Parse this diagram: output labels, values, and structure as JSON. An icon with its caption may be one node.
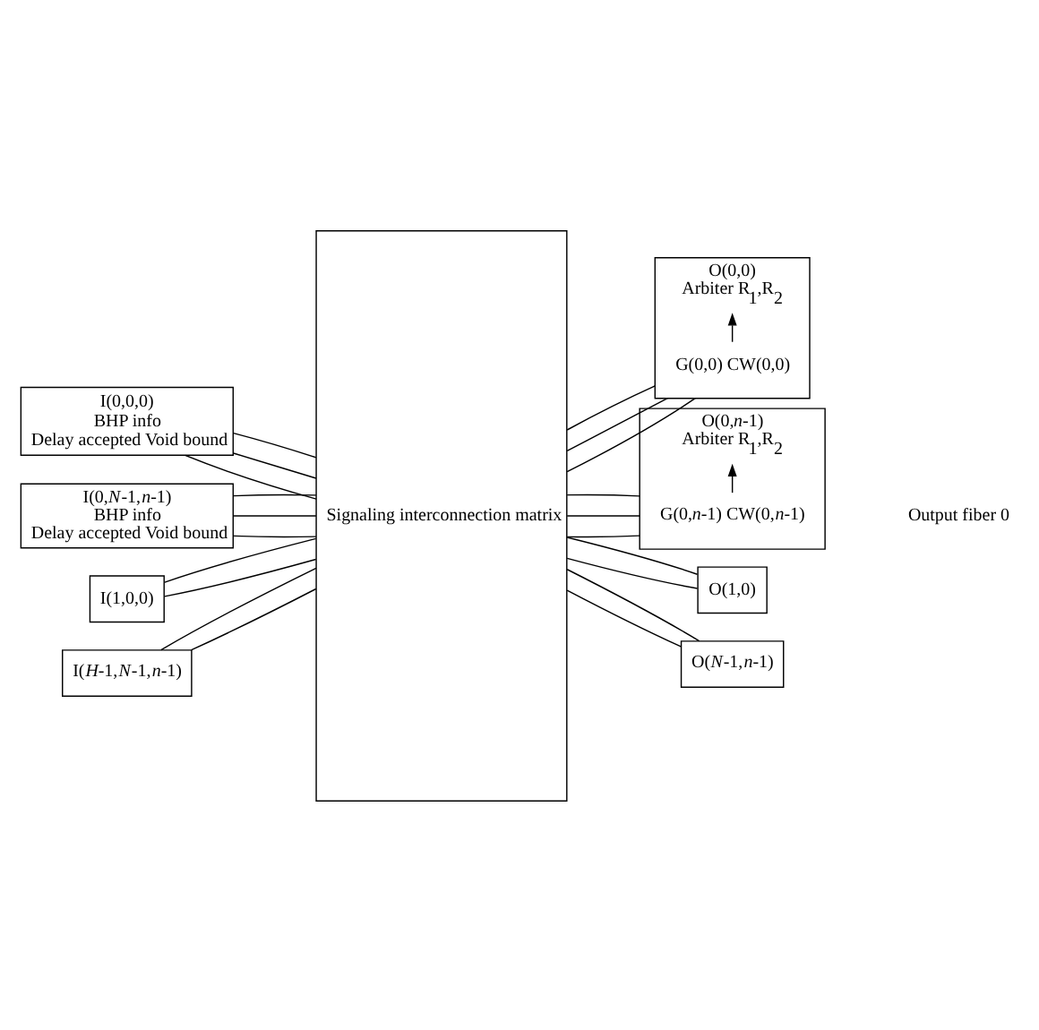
{
  "diagram": {
    "nodes": [
      {
        "text": [
          "I(0,0,0)",
          "BHP info",
          "Delay accepted Void bound"
        ]
      },
      {
        "text": [
          "I(0,*N*-1,*n*-1)",
          "BHP info",
          "Delay accepted Void bound"
        ]
      },
      {
        "text": [
          "I(1,0,0)"
        ]
      },
      {
        "text": [
          "I(*H*-1,*N*-1,*n*-1)"
        ]
      },
      {
        "text": [
          "Signaling interconnection matrix"
        ]
      },
      {
        "text": [
          "O(0,0)",
          "Arbiter R$_{1}$,R$_{2}$"
        ]
      },
      {
        "text": [
          "G(0,0) CW(0,0)"
        ],
        "in": 5
      },
      {
        "text": [
          "O(0,*n*-1)",
          "Arbiter R$_{1}$,R$_{2}$"
        ]
      },
      {
        "text": [
          "G(0,*n*-1) CW(0,*n*-1)"
        ],
        "in": 7
      },
      {
        "text": [
          "O(1,0)"
        ]
      },
      {
        "text": [
          "O(*N*-1,*n*-1)"
        ]
      }
    ],
    "edges": [
      {
        "from": 0,
        "to": 4,
        "arrow": "none"
      },
      {
        "from": 0,
        "to": 4,
        "arrow": "none"
      },
      {
        "from": 0,
        "to": 4,
        "arrow": "none"
      },
      {
        "from": 1,
        "to": 4,
        "arrow": "none"
      },
      {
        "from": 1,
        "to": 4,
        "arrow": "none"
      },
      {
        "from": 1,
        "to": 4,
        "arrow": "none"
      },
      {
        "from": 2,
        "to": 4,
        "arrow": "none"
      },
      {
        "from": 2,
        "to": 4,
        "arrow": "none"
      },
      {
        "from": 3,
        "to": 4,
        "arrow": "none"
      },
      {
        "from": 3,
        "to": 4,
        "arrow": "none"
      },
      {
        "from": 4,
        "to": 5,
        "arrow": "none"
      },
      {
        "from": 4,
        "to": 5,
        "arrow": "none"
      },
      {
        "from": 4,
        "to": 5,
        "arrow": "none"
      },
      {
        "from": 4,
        "to": 7,
        "arrow": "none"
      },
      {
        "from": 4,
        "to": 7,
        "arrow": "none"
      },
      {
        "from": 4,
        "to": 7,
        "arrow": "none"
      },
      {
        "from": 4,
        "to": 9,
        "arrow": "none"
      },
      {
        "from": 4,
        "to": 9,
        "arrow": "none"
      },
      {
        "from": 4,
        "to": 10,
        "arrow": "none"
      },
      {
        "from": 4,
        "to": 10,
        "arrow": "none"
      },
      {
        "from": 6,
        "to": null,
        "arrow": "to"
      },
      {
        "from": 8,
        "to": null,
        "arrow": "to"
      }
    ],
    "labels": [
      "Output fiber 0"
    ]
  }
}
